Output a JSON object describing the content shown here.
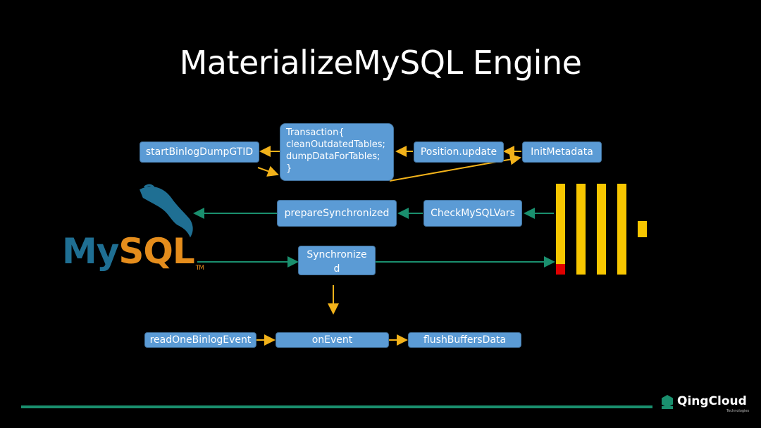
{
  "title": "MaterializeMySQL Engine",
  "nodes": {
    "start_binlog": "startBinlogDumpGTID",
    "transaction_lines": [
      "Transaction{",
      "cleanOutdatedTables;",
      "dumpDataForTables;",
      "}"
    ],
    "position_update": "Position.update",
    "init_metadata": "InitMetadata",
    "prepare_synchronized": "prepareSynchronized",
    "check_mysql_vars": "CheckMySQLVars",
    "synchronize_line1": "Synchronize",
    "synchronize_line2": "d",
    "read_one_binlog_event": "readOneBinlogEvent",
    "on_event": "onEvent",
    "flush_buffers_data": "flushBuffersData"
  },
  "mysql_logo": {
    "my": "My",
    "sql": "SQL",
    "tm": "TM"
  },
  "footer": {
    "brand": "QingCloud",
    "sub": "Technologies"
  },
  "colors": {
    "box": "#5b9bd5",
    "yellow_arrow": "#f2b21a",
    "green_arrow": "#1a8f6e",
    "clickhouse_bar": "#f7c600",
    "clickhouse_red": "#e00000"
  }
}
